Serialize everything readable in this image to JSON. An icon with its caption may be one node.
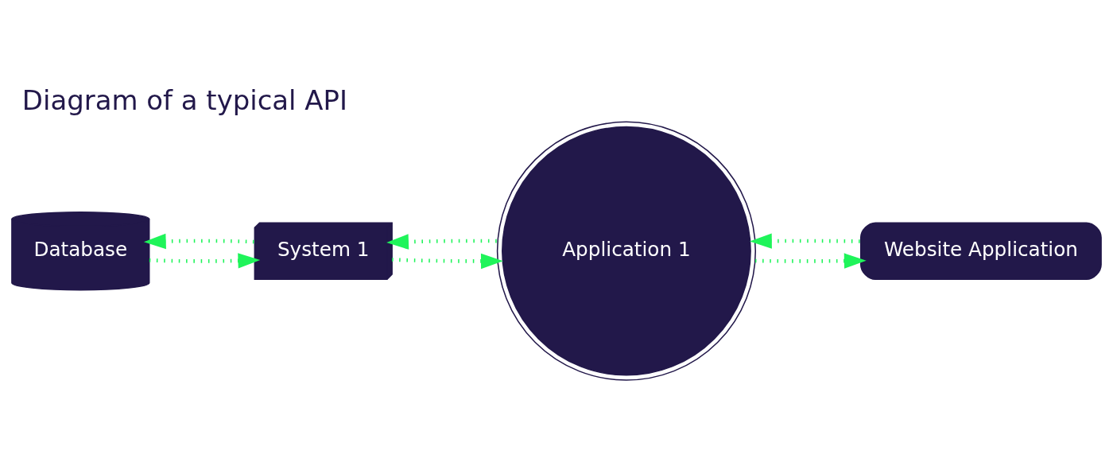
{
  "diagram": {
    "title": "Diagram of a typical API",
    "nodes": [
      {
        "text": [
          "Database"
        ]
      },
      {
        "text": [
          "System 1"
        ]
      },
      {
        "text": [
          "Application 1"
        ]
      },
      {
        "text": [
          "Website Application"
        ]
      }
    ],
    "edges": [
      {
        "from": 0,
        "to": 1,
        "arrow": "to"
      },
      {
        "from": 1,
        "to": 0,
        "arrow": "to"
      },
      {
        "from": 1,
        "to": 2,
        "arrow": "to"
      },
      {
        "from": 2,
        "to": 1,
        "arrow": "to"
      },
      {
        "from": 2,
        "to": 3,
        "arrow": "to"
      },
      {
        "from": 3,
        "to": 2,
        "arrow": "to"
      }
    ]
  }
}
